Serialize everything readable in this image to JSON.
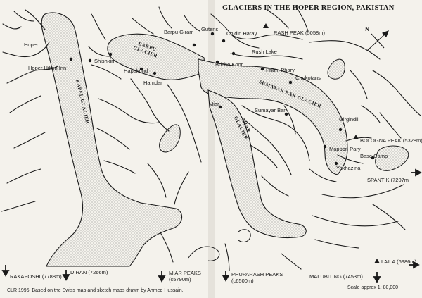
{
  "title": "GLACIERS IN THE HOPER REGION, PAKISTAN",
  "north_marker": "N",
  "glaciers": {
    "kapel": "KAPEL GLACIER",
    "barpu_line1": "BARPU",
    "barpu_line2": "GLACIER",
    "sumayar_bar": "SUMAYAR BAR GLACIER",
    "miar_line1": "MIAR",
    "miar_line2": "GLACIER"
  },
  "places": {
    "hoper": "Hoper",
    "hoper_hilton_inn": "Hoper Hilton Inn",
    "shishkin": "Shishkin",
    "hapakund": "Hapakund",
    "hamdar": "Hamdar",
    "barpu_giram": "Barpu Giram",
    "gutens": "Gutens",
    "chidin_haray": "Chidin Haray",
    "rush_lake": "Rush Lake",
    "bricho_koor": "Bricho Koor",
    "phahi_phary": "Phahi Phary",
    "chokotans": "Chokotans",
    "miar": "Miar",
    "sumayar_bar": "Sumayar Bar",
    "girgindil": "Girgindil",
    "mappon_pary": "Mappon Pary",
    "base_camp": "Base Camp",
    "yakhazina": "Yakhazina"
  },
  "peaks": {
    "rash": "RASH PEAK (5058m)",
    "bologna": "BOLOGNA PEAK (5328m)",
    "spantik": "SPANTIK (7207m",
    "rakaposhi": "RAKAPOSHI (7788m)",
    "diran": "DIRAN (7266m)",
    "miar_name": "MIAR PEAKS",
    "miar_height": "(c5790m)",
    "phuparash_name": "PHUPARASH PEAKS",
    "phuparash_height": "(c6500m)",
    "malubiting": "MALUBITING (7453m)",
    "laila": "LAILA (6986m)"
  },
  "footer": {
    "credit": "CLR 1995.  Based on the Swiss map and sketch maps drawn by Ahmed Hussain.",
    "scale": "Scale approx 1: 80,000"
  },
  "colors": {
    "paper": "#f4f2ec",
    "ink": "#1a1a1a",
    "ice_stipple": "#7a7a7a"
  }
}
